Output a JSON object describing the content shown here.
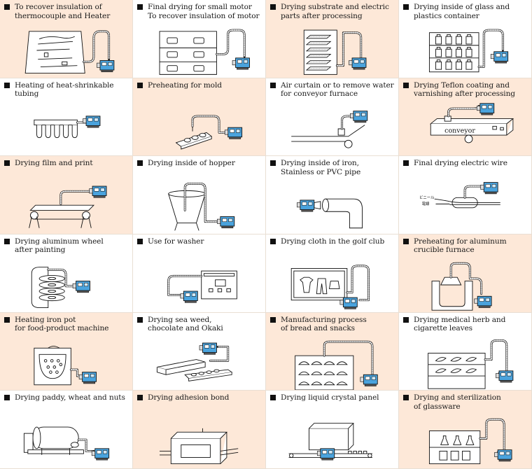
{
  "theme": {
    "peach": "#fde8d8",
    "white": "#ffffff",
    "blower_blue": "#4aa3dd",
    "ink": "#1a1a1a"
  },
  "cells": [
    {
      "text": "To recover insulation of\nthermocouple and Heater",
      "bg": "peach",
      "icon": "thermocouple-board-icon"
    },
    {
      "text": "Final drying for small motor\nTo recover insulation of motor",
      "bg": "white",
      "icon": "motor-rack-icon"
    },
    {
      "text": "Drying substrate and electric\nparts after processing",
      "bg": "peach",
      "icon": "substrate-stack-icon"
    },
    {
      "text": "Drying inside of glass and\nplastics container",
      "bg": "white",
      "icon": "container-shelf-icon"
    },
    {
      "text": "Heating of heat-shrinkable\ntubing",
      "bg": "white",
      "icon": "shrink-tubing-icon"
    },
    {
      "text": "Preheating for mold",
      "bg": "peach",
      "icon": "mold-plate-icon"
    },
    {
      "text": "Air curtain or to remove water\nfor conveyor furnace",
      "bg": "white",
      "icon": "conveyor-furnace-icon"
    },
    {
      "text": "Drying Teflon coating and\nvarnishing after processing",
      "bg": "peach",
      "icon": "conveyor-belt-icon",
      "label": "conveyor"
    },
    {
      "text": "Drying film and print",
      "bg": "peach",
      "icon": "film-roller-icon"
    },
    {
      "text": "Drying inside of hopper",
      "bg": "white",
      "icon": "hopper-icon"
    },
    {
      "text": "Drying inside of iron,\nStainless or PVC pipe",
      "bg": "white",
      "icon": "pipe-elbow-icon"
    },
    {
      "text": "Final drying electric wire",
      "bg": "white",
      "icon": "electric-wire-icon",
      "label": "ビニール\n電線"
    },
    {
      "text": "Drying aluminum wheel\nafter painting",
      "bg": "white",
      "icon": "aluminum-wheel-icon"
    },
    {
      "text": "Use for washer",
      "bg": "white",
      "icon": "washer-machine-icon"
    },
    {
      "text": "Drying cloth in the golf club",
      "bg": "white",
      "icon": "cloth-rack-icon"
    },
    {
      "text": "Preheating for aluminum\ncrucible furnace",
      "bg": "peach",
      "icon": "crucible-furnace-icon"
    },
    {
      "text": "Heating iron pot\nfor food-product machine",
      "bg": "peach",
      "icon": "iron-pot-icon"
    },
    {
      "text": "Drying sea weed,\nchocolate and Okaki",
      "bg": "white",
      "icon": "seaweed-conveyor-icon"
    },
    {
      "text": "Manufacturing process\nof bread and snacks",
      "bg": "peach",
      "icon": "bread-tray-icon"
    },
    {
      "text": "Drying medical herb and\ncigarette leaves",
      "bg": "white",
      "icon": "herb-shelf-icon"
    },
    {
      "text": "Drying paddy, wheat and nuts",
      "bg": "white",
      "icon": "rotary-drum-icon"
    },
    {
      "text": "Drying adhesion bond",
      "bg": "peach",
      "icon": "bond-oven-icon"
    },
    {
      "text": "Drying liquid crystal panel",
      "bg": "white",
      "icon": "lcd-conveyor-icon"
    },
    {
      "text": "Drying and sterilization\nof glassware",
      "bg": "peach",
      "icon": "glassware-cabinet-icon"
    }
  ]
}
